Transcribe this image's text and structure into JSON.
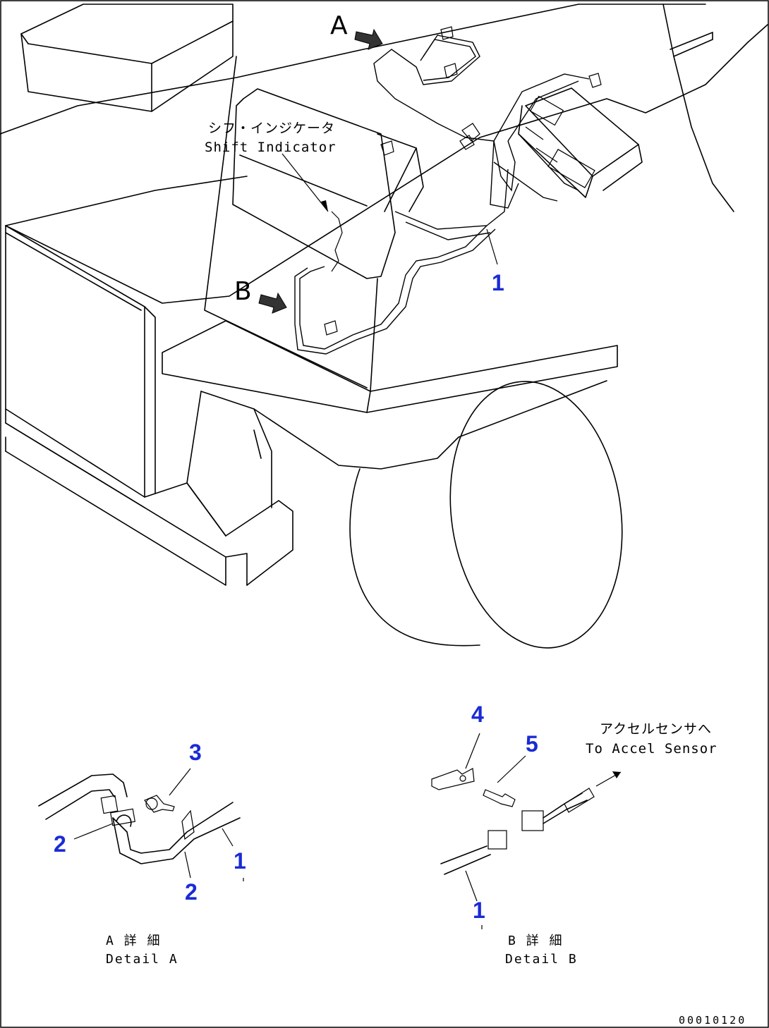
{
  "view_labels": {
    "a": "A",
    "b": "B"
  },
  "callouts": {
    "shift_indicator_jp": "シフ・インジケータ",
    "shift_indicator_en": "Shift Indicator",
    "accel_sensor_jp": "アクセルセンサへ",
    "accel_sensor_en": "To Accel Sensor"
  },
  "part_numbers": {
    "main_harness": "1",
    "detail_a_clip_upper": "2",
    "detail_a_clip_lower": "2",
    "detail_a_bolt": "3",
    "detail_a_harness": "1",
    "detail_b_bracket": "4",
    "detail_b_bolt": "5",
    "detail_b_harness": "1"
  },
  "captions": {
    "detail_a_jp": "A 詳 細",
    "detail_a_en": "Detail A",
    "detail_b_jp": "B 詳 細",
    "detail_b_en": "Detail B"
  },
  "drawing_code": "00010120",
  "colors": {
    "part_number": "#1a2bd6",
    "line": "#000000",
    "background": "#ffffff"
  }
}
